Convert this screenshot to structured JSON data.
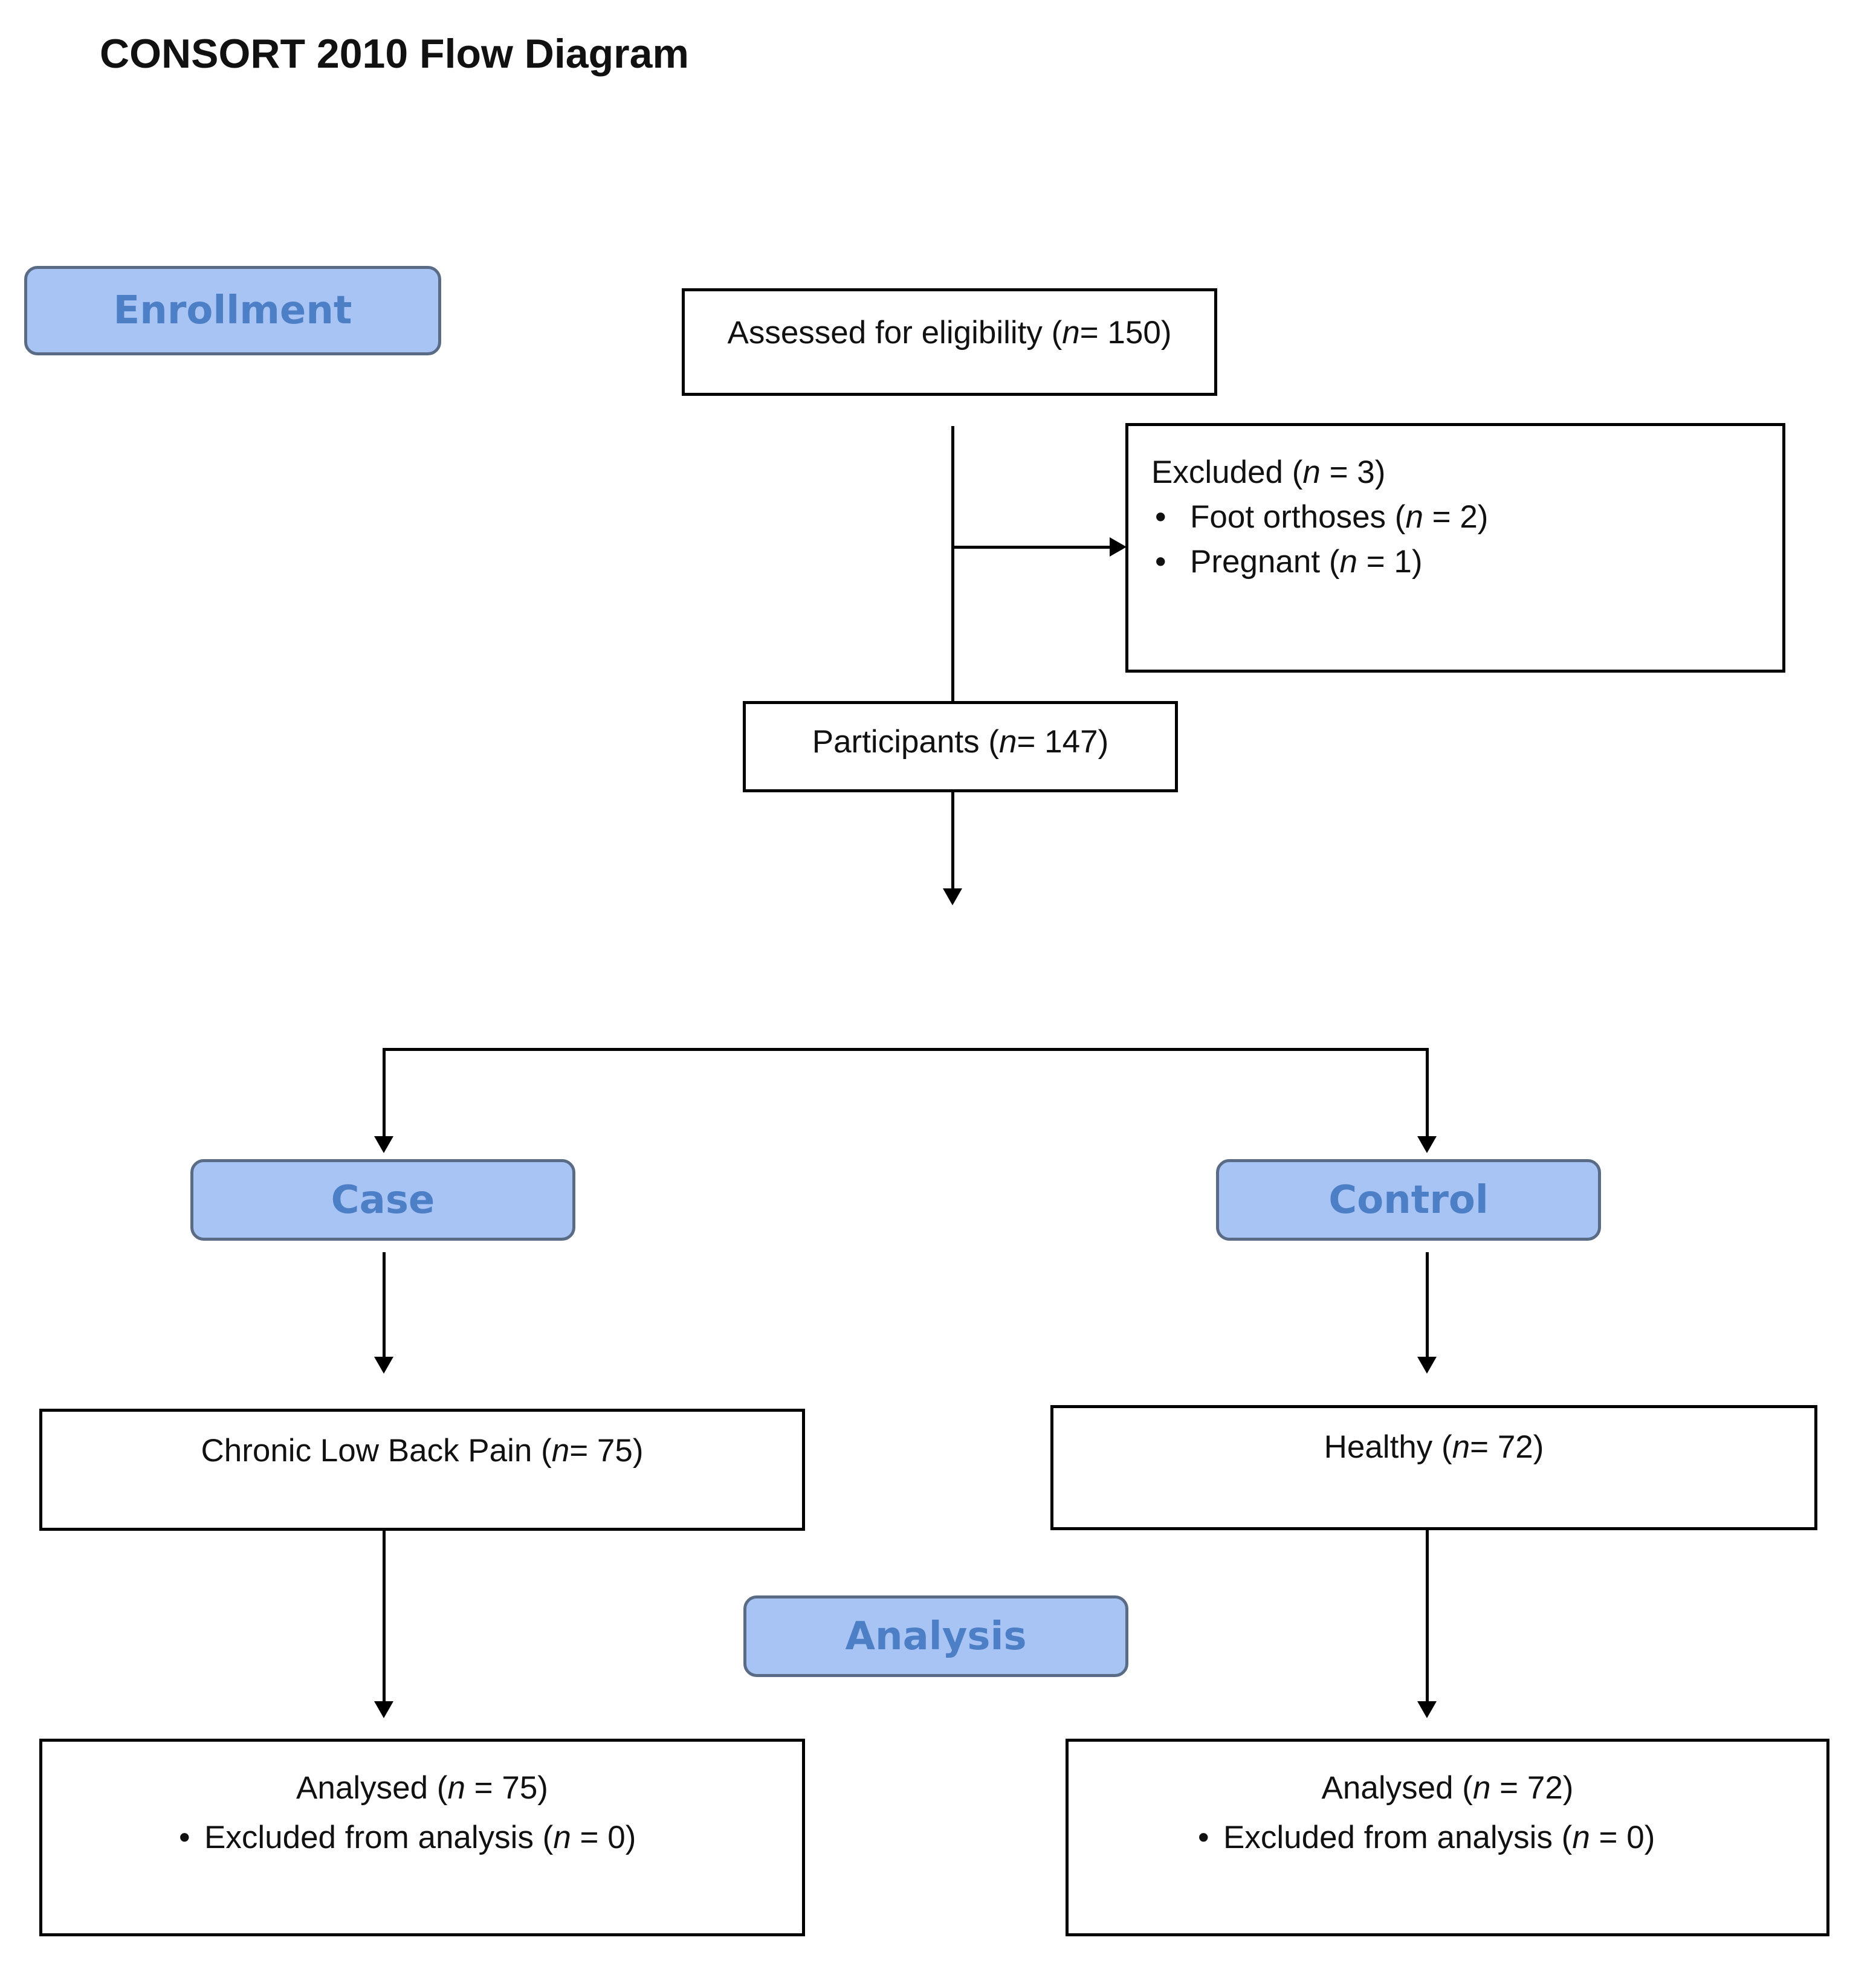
{
  "title": "CONSORT 2010 Flow Diagram",
  "stages": {
    "enrollment": "Enrollment",
    "case": "Case",
    "control": "Control",
    "analysis": "Analysis"
  },
  "nodes": {
    "assessed": {
      "text": "Assessed for eligibility (",
      "var": "n",
      "value": " = 150)"
    },
    "excluded": {
      "heading": {
        "text": "Excluded (",
        "var": "n",
        "value": " = 3)"
      },
      "items": [
        {
          "text": "Foot orthoses (",
          "var": "n",
          "value": " = 2)"
        },
        {
          "text": "Pregnant (",
          "var": "n",
          "value": " = 1)"
        }
      ]
    },
    "participants": {
      "text": "Participants (",
      "var": "n",
      "value": " = 147)"
    },
    "case_group": {
      "text": "Chronic Low Back Pain (",
      "var": "n",
      "value": " = 75)"
    },
    "control_group": {
      "text": "Healthy (",
      "var": "n",
      "value": " = 72)"
    },
    "case_analysed": {
      "heading": {
        "text": "Analysed (",
        "var": "n",
        "value": " = 75)"
      },
      "item": {
        "text": "Excluded from analysis (",
        "var": "n",
        "value": " = 0)"
      }
    },
    "control_analysed": {
      "heading": {
        "text": "Analysed (",
        "var": "n",
        "value": " = 72)"
      },
      "item": {
        "text": "Excluded from analysis (",
        "var": "n",
        "value": " = 0)"
      }
    }
  }
}
